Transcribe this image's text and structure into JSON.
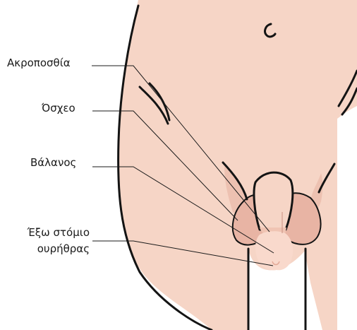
{
  "labels": {
    "foreskin": "Ακροποσθία",
    "scrotum": "Όσχεο",
    "glans": "Βάλανος",
    "urethral_opening_line1": "Έξω στόμιο",
    "urethral_opening_line2": "ουρήθρας"
  },
  "colors": {
    "skin": "#f6d5c6",
    "skin_shadow": "#e8b4a4",
    "glans": "#f9d9cc",
    "outline": "#141414",
    "leader_line": "#1a1a1a",
    "background": "#ffffff"
  }
}
